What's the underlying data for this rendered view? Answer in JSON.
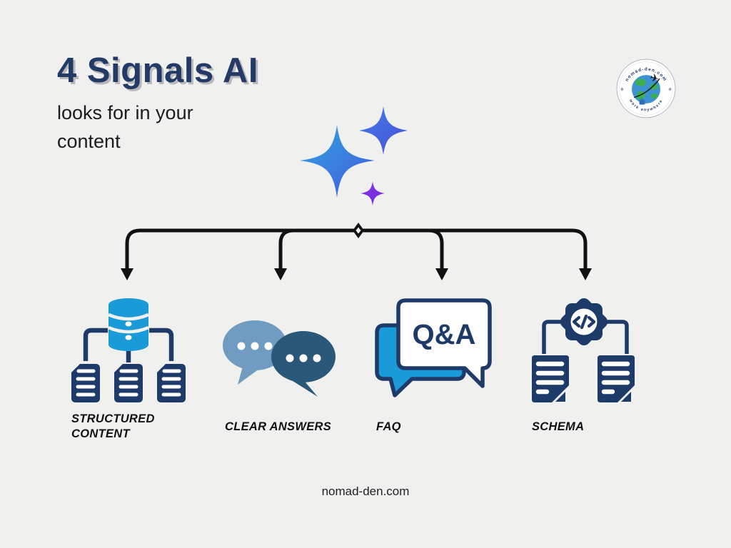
{
  "page": {
    "background_color": "#f0f0ee",
    "footer_text": "nomad-den.com"
  },
  "header": {
    "title": "4 Signals AI",
    "subtitle": "looks for in your content"
  },
  "logo_badge": {
    "arc_top_text": "nomad-den.com",
    "arc_bottom_text": "work anywhere"
  },
  "colors": {
    "navy": "#1e3a68",
    "title_navy": "#233a66",
    "bright_blue": "#1a9ad6",
    "steel_blue": "#6f9cc0",
    "dark_teal_blue": "#2a5878",
    "connector_black": "#111111",
    "sparkle_teal_blue": "#2fa7dc",
    "sparkle_royal_blue": "#4558e0",
    "sparkle_purple": "#7c3aed"
  },
  "signals": [
    {
      "label": "STRUCTURED CONTENT",
      "icon": "database-documents-icon"
    },
    {
      "label": "CLEAR ANSWERS",
      "icon": "chat-bubbles-icon"
    },
    {
      "label": "FAQ",
      "icon": "qa-speech-bubbles-icon",
      "icon_text": "Q&A"
    },
    {
      "label": "SCHEMA",
      "icon": "gear-code-documents-icon"
    }
  ]
}
